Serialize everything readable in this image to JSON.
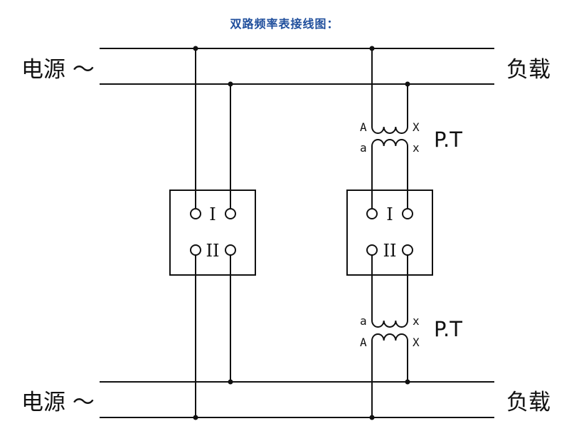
{
  "title": "双路频率表接线图：",
  "source_top_label": "电源 ～",
  "source_bottom_label": "电源 ～",
  "load_top_label": "负载",
  "load_bottom_label": "负载",
  "meter_left": {
    "row1": "I",
    "row2": "II"
  },
  "meter_right": {
    "row1": "I",
    "row2": "II"
  },
  "pt_top": {
    "label": "P.T",
    "primary_left": "A",
    "primary_right": "X",
    "secondary_left": "a",
    "secondary_right": "x"
  },
  "pt_bottom": {
    "label": "P.T",
    "secondary_left": "a",
    "secondary_right": "x",
    "primary_left": "A",
    "primary_right": "X"
  },
  "colors": {
    "line": "#111111",
    "title": "#1f4e9c"
  }
}
